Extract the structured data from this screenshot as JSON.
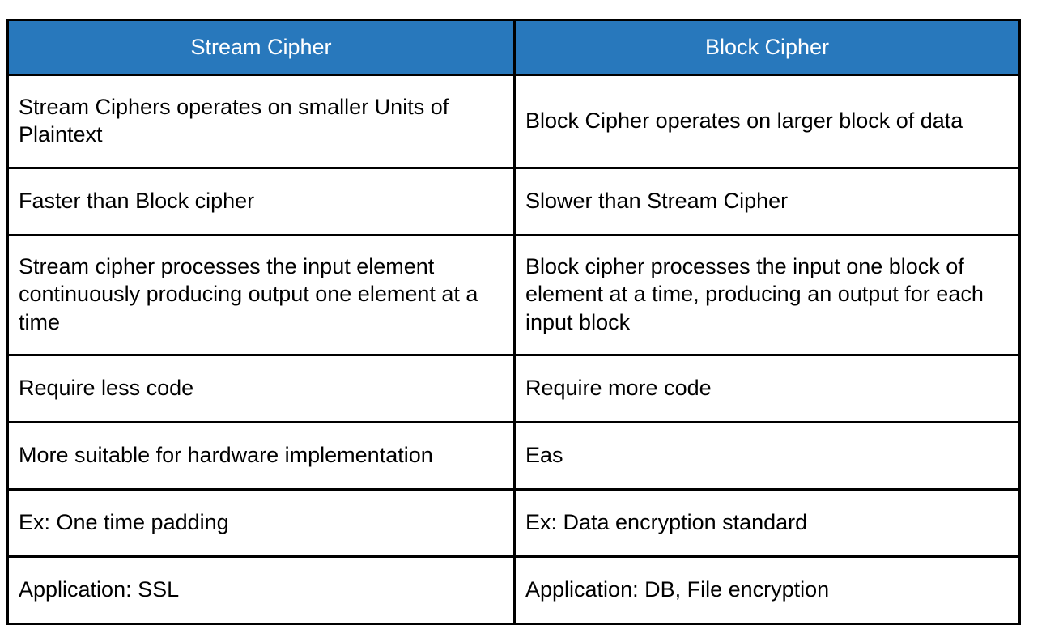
{
  "page": {
    "background_color": "#ffffff",
    "table_border_color": "#000000",
    "header_background_color": "#2878bc",
    "header_text_color": "#ffffff",
    "body_text_color": "#000000"
  },
  "table": {
    "columns": [
      {
        "key": "stream",
        "header": "Stream Cipher"
      },
      {
        "key": "block",
        "header": "Block Cipher"
      }
    ],
    "rows": [
      {
        "stream": "Stream Ciphers operates on smaller Units of Plaintext",
        "block": "Block Cipher operates on larger block of data"
      },
      {
        "stream": "Faster than Block cipher",
        "block": "Slower than Stream Cipher"
      },
      {
        "stream": "Stream cipher processes the input element continuously producing output one element at a time",
        "block": "Block cipher processes the input one block of element at a time, producing an output for each input block"
      },
      {
        "stream": "Require less code",
        "block": "Require more code"
      },
      {
        "stream": "More suitable for hardware implementation",
        "block": "Eas"
      },
      {
        "stream": "Ex: One time padding",
        "block": "Ex: Data encryption standard"
      },
      {
        "stream": "Application: SSL",
        "block": "Application: DB, File encryption"
      }
    ]
  }
}
